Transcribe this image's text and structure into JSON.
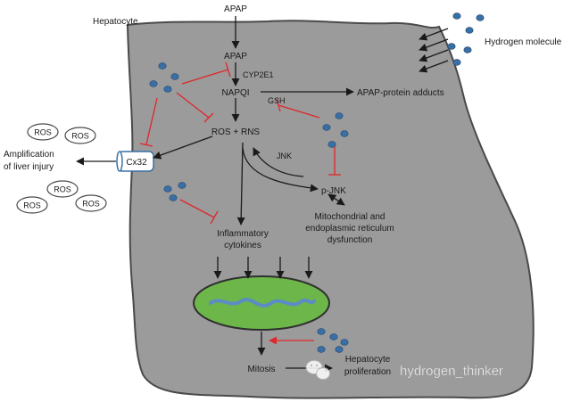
{
  "labels": {
    "hepatocyte": "Hepatocyte",
    "apap_top": "APAP",
    "apap_inside": "APAP",
    "cyp2e1": "CYP2E1",
    "napqi": "NAPQI",
    "gsh": "GSH",
    "adducts": "APAP-protein adducts",
    "ros_rns": "ROS + RNS",
    "jnk": "JNK",
    "pjnk": "p-JNK",
    "mito_line1": "Mitochondrial and",
    "mito_line2": "endoplasmic reticulum",
    "mito_line3": "dysfunction",
    "cyto_line1": "Inflammatory",
    "cyto_line2": "cytokines",
    "cx32": "Cx32",
    "amp_line1": "Amplification",
    "amp_line2": "of liver injury",
    "ros_bubble": "ROS",
    "hydrogen": "Hydrogen molecule",
    "mitosis": "Mitosis",
    "prolif_line1": "Hepatocyte",
    "prolif_line2": "proliferation",
    "watermark": "hydrogen_thinker"
  },
  "colors": {
    "cell_fill": "#9b9b9b",
    "cell_stroke": "#4a4a4a",
    "inhibit": "#e0262b",
    "molecule": "#3a6fa6",
    "nucleus_fill": "#6cb64a",
    "chromatin": "#5b8cc6"
  }
}
